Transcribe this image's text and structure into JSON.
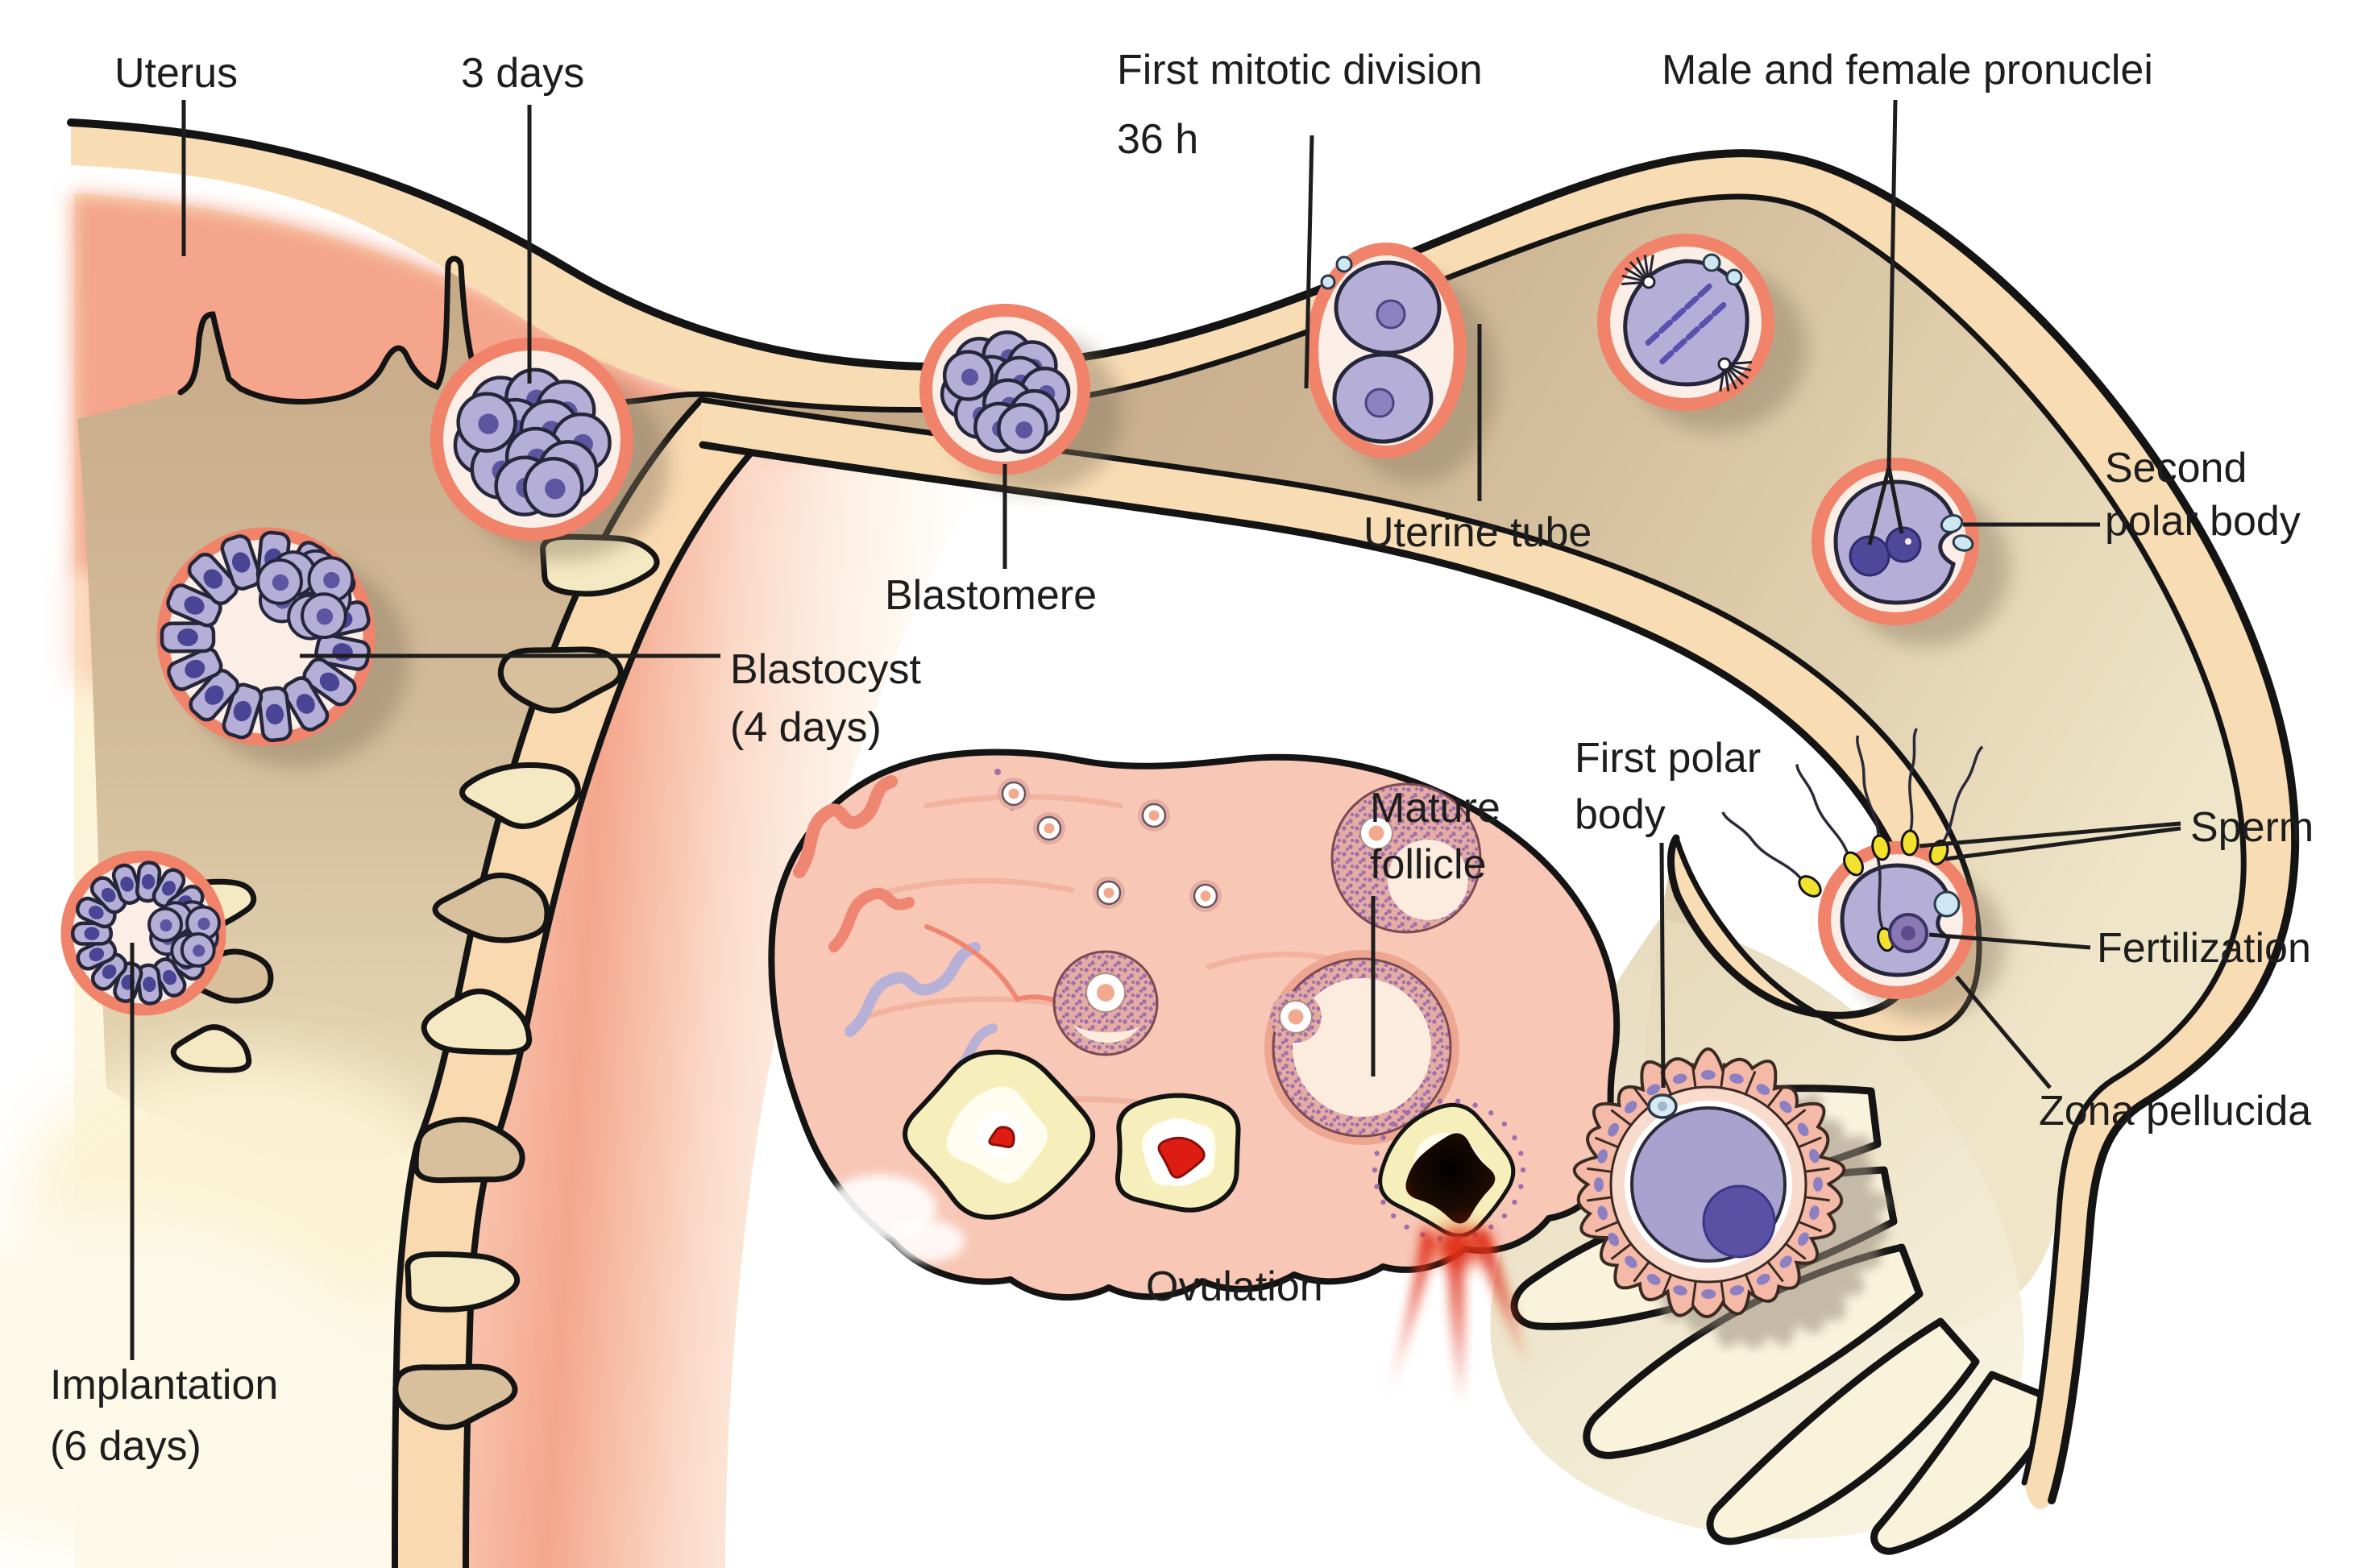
{
  "labels": {
    "uterus": "Uterus",
    "three_days": "3 days",
    "first_mitotic_division": "First mitotic division",
    "first_mitotic_hours": "36 h",
    "male_female_pronuclei": "Male and female pronuclei",
    "second_polar_line1": "Second",
    "second_polar_line2": "polar body",
    "blastomere": "Blastomere",
    "uterine_tube": "Uterine tube",
    "blastocyst_line1": "Blastocyst",
    "blastocyst_line2": "(4 days)",
    "mature_follicle_line1": "Mature",
    "mature_follicle_line2": "follicle",
    "first_polar_line1": "First polar",
    "first_polar_line2": "body",
    "sperm": "Sperm",
    "fertilization": "Fertilization",
    "zona_pellucida": "Zona pellucida",
    "ovulation": "Ovulation",
    "implantation_line1": "Implantation",
    "implantation_line2": "(6 days)"
  },
  "colors": {
    "background": "#ffffff",
    "label_text": "#1d1d1d",
    "outline": "#141414",
    "tube_wall": "#f8dcb4",
    "tube_lumen_dark": "#bda07f",
    "tube_lumen_light": "#efe5c8",
    "uterus_muscle": "#f4a58b",
    "uterus_lining_pink": "#fbd5c3",
    "endometrium_cream": "#f9d9b0",
    "pale_yellow": "#fcefc9",
    "zona_pellucida_ring": "#f0836a",
    "perivitelline_space": "#faeee6",
    "cell_cytoplasm": "#b5afd7",
    "cell_nucleus": "#8c82c2",
    "morula_nucleus": "#5d55a0",
    "pronucleus": "#4f4898",
    "polar_body": "#cfe7f3",
    "ovary": "#f8c7b6",
    "granulosa": "#e4aca2",
    "granulosa_dot": "#9f6fae",
    "follicle_antrum": "#fcecdd",
    "corpus_luteum": "#f7efbb",
    "corpus_luteum_core": "#dd1c14",
    "ovulation_blood": "#e03018",
    "corona_radiata": "#f5b9a8",
    "egg_cytoplasm": "#a9a2cf",
    "egg_nucleus": "#5a51a5",
    "sperm_head": "#f2e22e",
    "fimbriae": "#faf3dc",
    "shadow": "#85755f"
  }
}
